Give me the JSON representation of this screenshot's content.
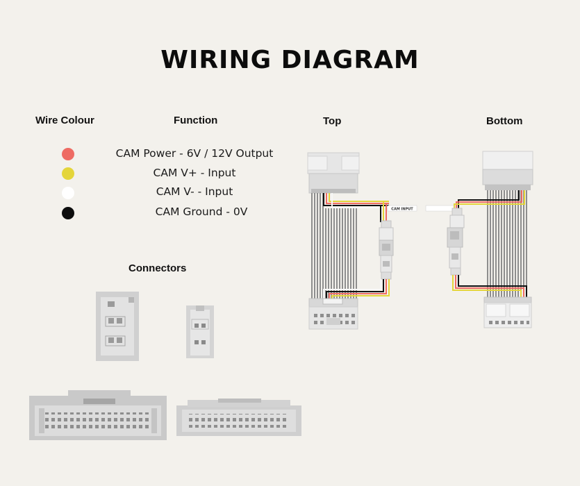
{
  "title": "WIRING DIAGRAM",
  "headers": {
    "wire_colour": "Wire Colour",
    "function": "Function",
    "top": "Top",
    "bottom": "Bottom",
    "connectors": "Connectors"
  },
  "wires": [
    {
      "color": "#ee6b63",
      "function": "CAM Power - 6V / 12V Output"
    },
    {
      "color": "#e4d53a",
      "function": "CAM V+ - Input"
    },
    {
      "color": "#ffffff",
      "function": "CAM V- - Input"
    },
    {
      "color": "#0d0d0d",
      "function": "CAM Ground - 0V"
    }
  ],
  "top_diagram": {
    "cam_input_label": "CAM INPUT"
  },
  "colors": {
    "background": "#f3f1ec",
    "connector_light": "#e2e2e2",
    "connector_mid": "#c8c8c8",
    "connector_dark": "#9a9a9a",
    "wire_grey": "#8c8c8c"
  }
}
